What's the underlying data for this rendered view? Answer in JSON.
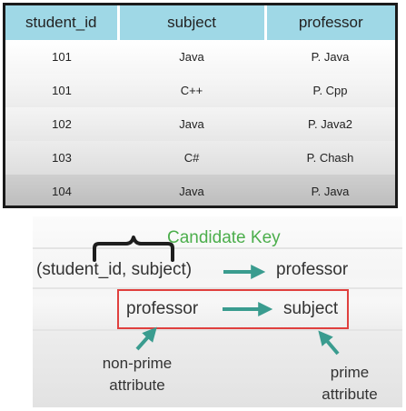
{
  "table": {
    "headers": [
      "student_id",
      "subject",
      "professor"
    ],
    "rows": [
      [
        "101",
        "Java",
        "P. Java"
      ],
      [
        "101",
        "C++",
        "P. Cpp"
      ],
      [
        "102",
        "Java",
        "P. Java2"
      ],
      [
        "103",
        "C#",
        "P. Chash"
      ],
      [
        "104",
        "Java",
        "P. Java"
      ]
    ],
    "header_color": "#9fd8e6"
  },
  "diagram": {
    "candidate_key_label": "Candidate Key",
    "determinant": "(student_id, subject)",
    "dependent": "professor",
    "fd_left": "professor",
    "fd_right": "subject",
    "non_prime_line1": "non-prime",
    "non_prime_line2": "attribute",
    "prime_line1": "prime",
    "prime_line2": "attribute",
    "arrow_color": "#3a9c8f",
    "highlight_color": "#e0403e",
    "label_color": "#4cae4c"
  }
}
